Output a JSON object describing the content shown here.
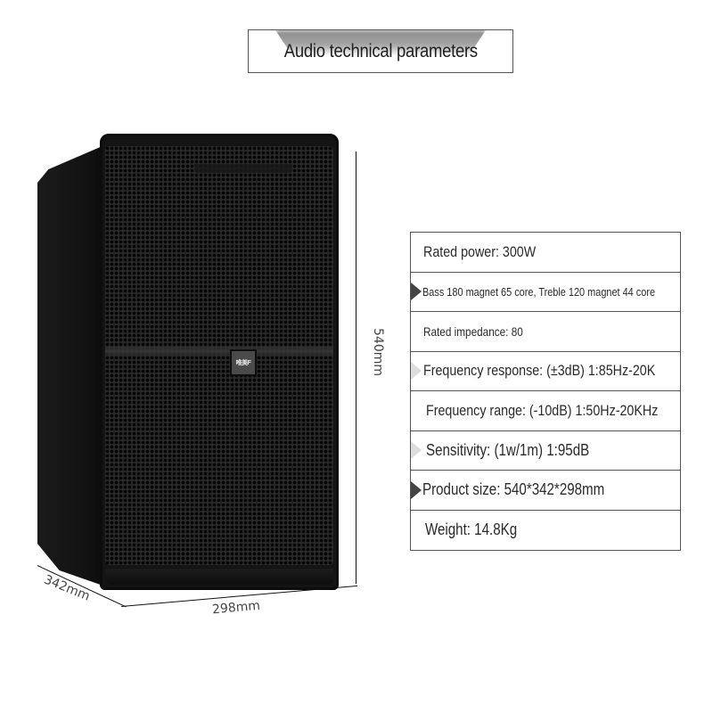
{
  "header": {
    "title": "Audio technical parameters"
  },
  "product_image": {
    "logo_text": "唯美F",
    "dimensions": {
      "height": "540mm",
      "width": "298mm",
      "depth": "342mm"
    }
  },
  "specs": {
    "rows": [
      {
        "label": "Rated power: 300W",
        "size": 17,
        "arrow": false
      },
      {
        "label": "Bass 180 magnet 65 core, Treble 120 magnet 44 core",
        "size": 13,
        "arrow": true
      },
      {
        "label": "Rated impedance: 80",
        "size": 14,
        "arrow": false
      },
      {
        "label": "Frequency response: (±3dB) 1:85Hz-20K",
        "size": 17,
        "arrow": false
      },
      {
        "label": "Frequency range: (-10dB) 1:50Hz-20KHz",
        "size": 17,
        "arrow": false
      },
      {
        "label": "Sensitivity: (1w/1m) 1:95dB",
        "size": 18,
        "arrow": false
      },
      {
        "label": "Product size: 540*342*298mm",
        "size": 18,
        "arrow": true
      },
      {
        "label": "Weight: 14.8Kg",
        "size": 18,
        "arrow": false
      }
    ]
  }
}
